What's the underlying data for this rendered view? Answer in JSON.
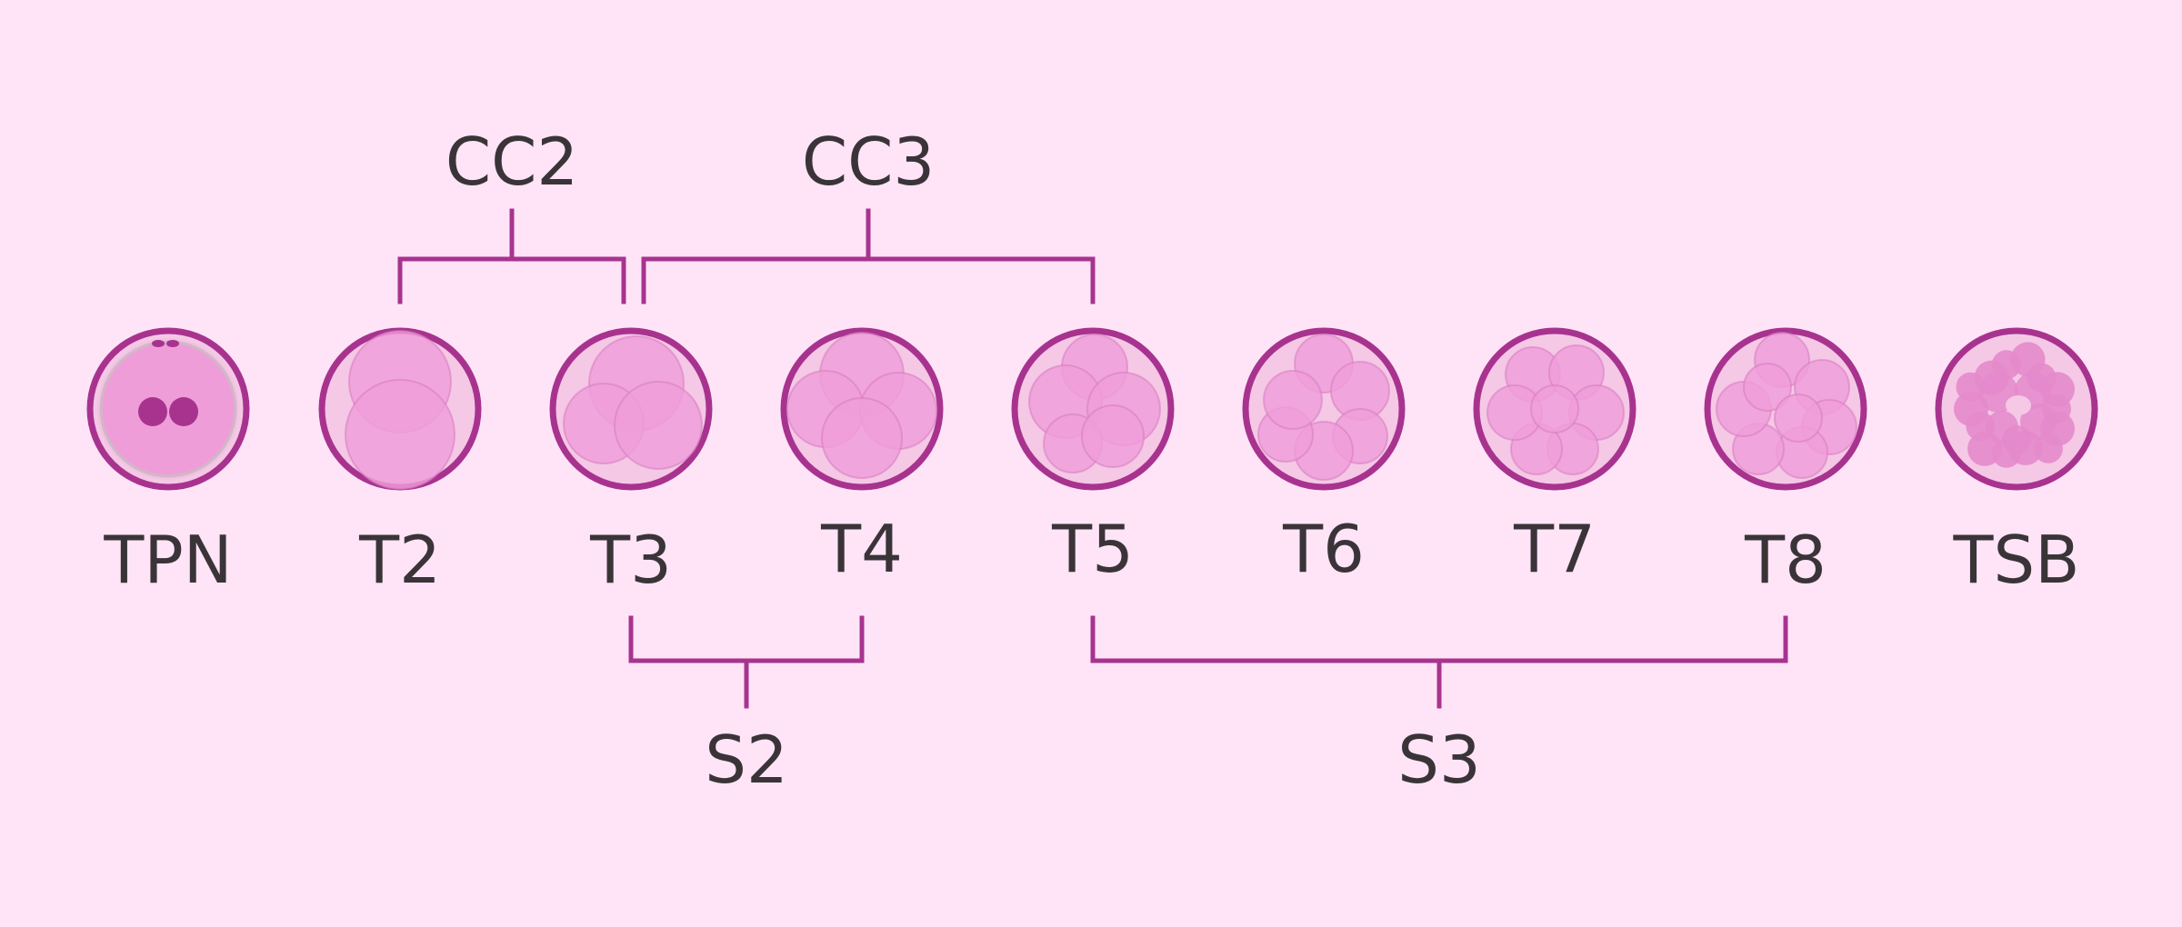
{
  "colors": {
    "background": "#ffe4f8",
    "ring": "#a8338f",
    "zona": "#f5c8e6",
    "cell": "#ef9dd9",
    "cell_edge": "#d77cc0",
    "nucleus": "#a8338f",
    "text": "#3a3438"
  },
  "stages": [
    {
      "label": "TPN",
      "kind": "pronuclear",
      "cells": 1
    },
    {
      "label": "T2",
      "kind": "cleavage",
      "cells": 2
    },
    {
      "label": "T3",
      "kind": "cleavage",
      "cells": 3
    },
    {
      "label": "T4",
      "kind": "cleavage",
      "cells": 4
    },
    {
      "label": "T5",
      "kind": "cleavage",
      "cells": 5
    },
    {
      "label": "T6",
      "kind": "cleavage",
      "cells": 6
    },
    {
      "label": "T7",
      "kind": "cleavage",
      "cells": 7
    },
    {
      "label": "T8",
      "kind": "cleavage",
      "cells": 8
    },
    {
      "label": "TSB",
      "kind": "blastocyst",
      "cells": 0
    }
  ],
  "brackets": [
    {
      "label": "CC2",
      "position": "above",
      "from_stage": 1,
      "to_stage": 2
    },
    {
      "label": "CC3",
      "position": "above",
      "from_stage": 2,
      "to_stage": 4
    },
    {
      "label": "S2",
      "position": "below",
      "from_stage": 2,
      "to_stage": 3
    },
    {
      "label": "S3",
      "position": "below",
      "from_stage": 4,
      "to_stage": 7
    }
  ]
}
